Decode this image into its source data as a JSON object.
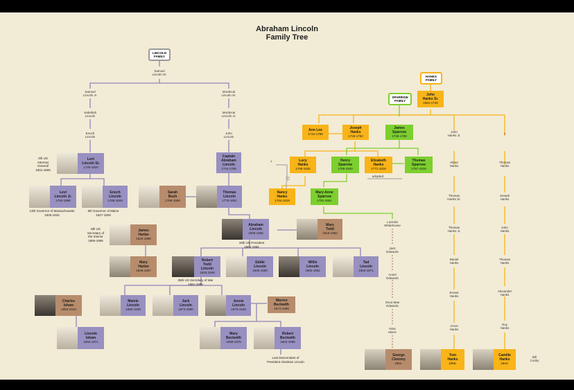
{
  "title": [
    "Abraham Lincoln",
    "Family Tree"
  ],
  "families": {
    "lincoln": [
      "LINCOLN",
      "FAMILY"
    ],
    "hanks": [
      "HANKS",
      "FAMILY"
    ],
    "sparrow": [
      "SPARROW",
      "FAMILY"
    ]
  },
  "plain_names": {
    "samuel_sr": [
      "Samuel",
      "Lincoln Sr."
    ],
    "samuel_jr": [
      "Samuel",
      "Lincoln Jr."
    ],
    "mordecai_sr": [
      "Mordecai",
      "Lincoln Sr."
    ],
    "jedediah": [
      "Jedediah",
      "Lincoln"
    ],
    "mordecai_jr": [
      "Mordecai",
      "Lincoln Jr."
    ],
    "enoch_sr": [
      "Enoch",
      "Lincoln"
    ],
    "john": [
      "John",
      "Lincoln"
    ],
    "john_hanks_jr": [
      "John",
      "Hanks Jr."
    ],
    "abner": [
      "Abner",
      "Hanks"
    ],
    "thomas_hanks_sr": [
      "Thomas",
      "Hanks Sr."
    ],
    "thomas_hanks_jr": [
      "Thomas",
      "Hanks Jr."
    ],
    "daniel": [
      "Daniel",
      "Hanks"
    ],
    "ernest": [
      "Ernest",
      "Hanks"
    ],
    "amos": [
      "Amos",
      "Hanks"
    ],
    "thomas_hanks_r": [
      "Thomas",
      "Hanks"
    ],
    "joseph_hanks_r": [
      "Joseph",
      "Hanks"
    ],
    "john_hanks_r": [
      "John",
      "Hanks"
    ],
    "thomas_hanks_r2": [
      "Thomas",
      "Hanks"
    ],
    "alexander": [
      "Alexander",
      "Hanks"
    ],
    "guy": [
      "Guy",
      "Hanks"
    ],
    "bill_cosby": [
      "Bill",
      "Cosby"
    ],
    "lucinda": [
      "Lucinda",
      "Whitehouse"
    ],
    "jack_edwards": [
      "Jack",
      "Edwards"
    ],
    "ansel": [
      "Ansel",
      "Edwards"
    ],
    "oscar": [
      "Osca Mae",
      "Edwards"
    ],
    "nina": [
      "Nina",
      "Marrs"
    ],
    "question1": [
      "?"
    ],
    "question2": [
      "?"
    ],
    "adopted": [
      "adopted"
    ]
  },
  "nodes": {
    "levi_sr": {
      "name": [
        "Levi",
        "Lincoln Sr."
      ],
      "dates": "1749-1820"
    },
    "levi_jr": {
      "name": [
        "Levi",
        "Lincoln Jr."
      ],
      "dates": "1782-1868"
    },
    "enoch": {
      "name": [
        "Enoch",
        "Lincoln"
      ],
      "dates": "1788-1829"
    },
    "sarah_bush": {
      "name": [
        "Sarah",
        "Bush"
      ],
      "dates": "1788-1869"
    },
    "thomas_lincoln": {
      "name": [
        "Thomas",
        "Lincoln"
      ],
      "dates": "1778-1851"
    },
    "captain": {
      "name": [
        "Captain",
        "Abraham",
        "Lincoln"
      ],
      "dates": "1744-1786"
    },
    "abraham": {
      "name": [
        "Abraham",
        "Lincoln"
      ],
      "dates": "1809-1865"
    },
    "mary_todd": {
      "name": [
        "Mary",
        "Todd"
      ],
      "dates": "1818-1882"
    },
    "james_harlan": {
      "name": [
        "James",
        "Harlan"
      ],
      "dates": "1820-1899"
    },
    "mary_harlan": {
      "name": [
        "Mary",
        "Harlan"
      ],
      "dates": "1846-1937"
    },
    "robert_todd": {
      "name": [
        "Robert",
        "Todd",
        "Lincoln"
      ],
      "dates": "1843-1926"
    },
    "eddie": {
      "name": [
        "Eddie",
        "Lincoln"
      ],
      "dates": "1846-1850"
    },
    "willie": {
      "name": [
        "Willie",
        "Lincoln"
      ],
      "dates": "1850-1862"
    },
    "tad": {
      "name": [
        "Tad",
        "Lincoln"
      ],
      "dates": "1853-1871"
    },
    "charles_isham": {
      "name": [
        "Charles",
        "Isham"
      ],
      "dates": "1853-1919"
    },
    "mamie": {
      "name": [
        "Mamie",
        "Lincoln"
      ],
      "dates": "1869-1938"
    },
    "jack_lincoln": {
      "name": [
        "Jack",
        "Lincoln"
      ],
      "dates": "1873-1890"
    },
    "jessie": {
      "name": [
        "Jessie",
        "Lincoln"
      ],
      "dates": "1875-1948"
    },
    "warren": {
      "name": [
        "Warren",
        "Beckwith"
      ],
      "dates": "1874-1955"
    },
    "lincoln_isham": {
      "name": [
        "Lincoln",
        "Isham"
      ],
      "dates": "1892-1971"
    },
    "mary_beckwith": {
      "name": [
        "Mary",
        "Beckwith"
      ],
      "dates": "1898-1975"
    },
    "robert_beckwith": {
      "name": [
        "Robert",
        "Beckwith"
      ],
      "dates": "1904-1985"
    },
    "john_hanks_sr": {
      "name": [
        "John",
        "Hanks Sr."
      ],
      "dates": "1681-1740"
    },
    "ann_lee": {
      "name": [
        "Ann Lee"
      ],
      "dates": "1742-1789"
    },
    "joseph_hanks": {
      "name": [
        "Joseph",
        "Hanks"
      ],
      "dates": "1725-1793"
    },
    "james_sparrow": {
      "name": [
        "James",
        "Sparrow"
      ],
      "dates": "1739-1789"
    },
    "lucy_hanks": {
      "name": [
        "Lucy",
        "Hanks"
      ],
      "dates": "1768-1825"
    },
    "henry_sparrow": {
      "name": [
        "Henry",
        "Sparrow"
      ],
      "dates": "1765-1840"
    },
    "elizabeth_hanks": {
      "name": [
        "Elizabeth",
        "Hanks"
      ],
      "dates": "1771-1818"
    },
    "thomas_sparrow": {
      "name": [
        "Thomas",
        "Sparrow"
      ],
      "dates": "1757-1818"
    },
    "nancy_hanks": {
      "name": [
        "Nancy",
        "Hanks"
      ],
      "dates": "1784-1818"
    },
    "mary_anne": {
      "name": [
        "Mary Anne",
        "Sparrow"
      ],
      "dates": "1791-1861"
    },
    "george": {
      "name": [
        "George",
        "Clooney"
      ],
      "dates": "1961-"
    },
    "tom": {
      "name": [
        "Tom",
        "Hanks"
      ],
      "dates": "1956-"
    },
    "camille": {
      "name": [
        "Camille",
        "Hanks"
      ],
      "dates": "1944-"
    }
  },
  "notes": {
    "levi_sr_note": [
      "4th US",
      "Attorney",
      "General",
      "1801-1805"
    ],
    "levi_jr_note": [
      "13th Governor of Massachusetts",
      "1825-1834"
    ],
    "enoch_note": [
      "6th Governor of Maine",
      "1827-1829"
    ],
    "abraham_note": [
      "16th US President",
      "1861-1865"
    ],
    "harlan_note": [
      "8th US",
      "Secretary of",
      "the Interior",
      "1865-1866"
    ],
    "robert_note": [
      "35th US Secretary of War",
      "1881-1885"
    ],
    "last_desc": [
      "Last Descendant of",
      "President Abraham Lincoln"
    ]
  }
}
